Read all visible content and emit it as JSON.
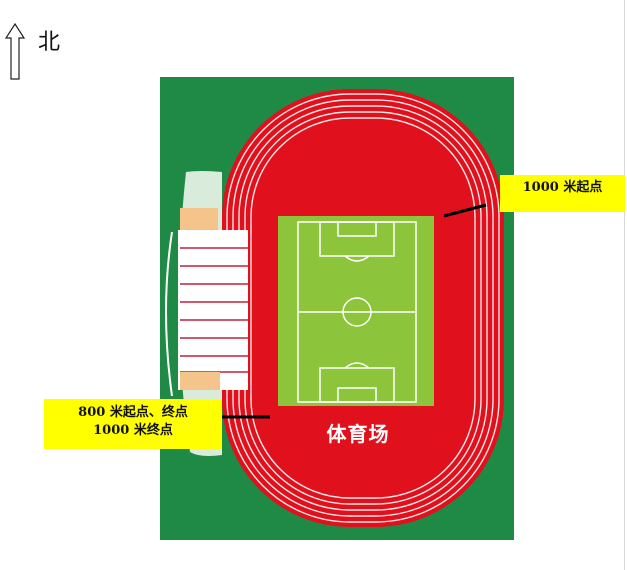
{
  "compass": {
    "label": "北",
    "icon": "north-arrow-icon"
  },
  "callouts": {
    "start_1000m": "1000 米起点",
    "start_800m_line1": "800 米起点、终点",
    "start_800m_line2": "1000 米终点"
  },
  "stadium": {
    "name": "体育场"
  },
  "colors": {
    "grass_outer": "#1f8a45",
    "track": "#e0101c",
    "field": "#8cc43c",
    "callout": "#ffff00",
    "stand_seat": "#ffffff",
    "stand_stripe": "#c0203a",
    "stand_accent": "#f5c48a",
    "stand_top": "#d9ecdc"
  }
}
